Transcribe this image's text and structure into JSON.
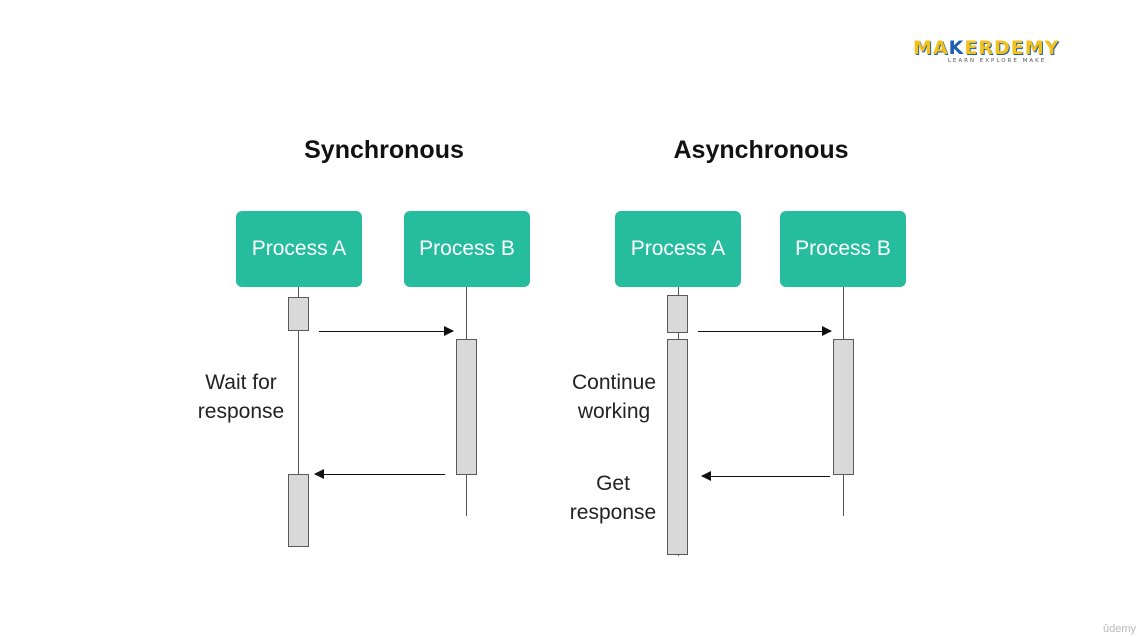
{
  "logo": {
    "part1": "MA",
    "part2": "K",
    "part3": "ERDEMY",
    "tagline": "LEARN EXPLORE MAKE"
  },
  "sync": {
    "title": "Synchronous",
    "process_a": "Process A",
    "process_b": "Process B",
    "note_line1": "Wait for",
    "note_line2": "response"
  },
  "async": {
    "title": "Asynchronous",
    "process_a": "Process A",
    "process_b": "Process B",
    "note1_line1": "Continue",
    "note1_line2": "working",
    "note2_line1": "Get",
    "note2_line2": "response"
  },
  "watermark": "ûdemy",
  "colors": {
    "process_box": "#25bd9d",
    "activation": "#d9d9d9",
    "logo_yellow": "#f2c21b",
    "logo_blue": "#1d5fae"
  }
}
